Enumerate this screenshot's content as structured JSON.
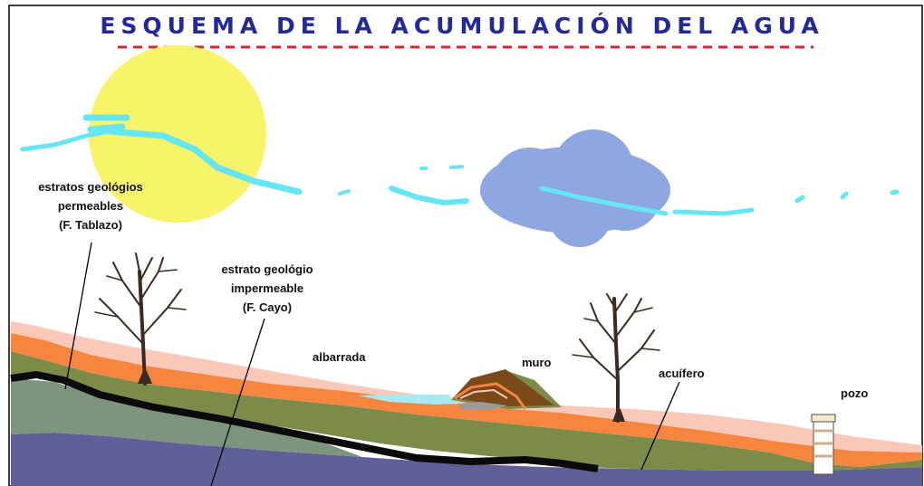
{
  "title": "ESQUEMA DE LA ACUMULACIÓN DEL AGUA",
  "labels": {
    "permeable": [
      "estratos geológios",
      "permeables",
      "(F. Tablazo)"
    ],
    "impermeable": [
      "estrato geológio",
      "impermeable",
      "(F. Cayo)"
    ],
    "albarrada": "albarrada",
    "muro": "muro",
    "acuifero": "acuífero",
    "pozo": "pozo"
  },
  "colors": {
    "title": "#23299a",
    "underline": "#e8202c",
    "sky_water": "#66e6f2",
    "sun": "#f7f46a",
    "cloud": "#8ea6e2",
    "top_soil": "#f9c8b8",
    "orange_layer": "#f6863f",
    "green_layer": "#7c8c48",
    "grey_green_layer": "#7d957e",
    "black_layer": "#0a0a0a",
    "purple_layer": "#615f98",
    "pond": "#a8e8ef",
    "wall": "#7b4a1b"
  }
}
